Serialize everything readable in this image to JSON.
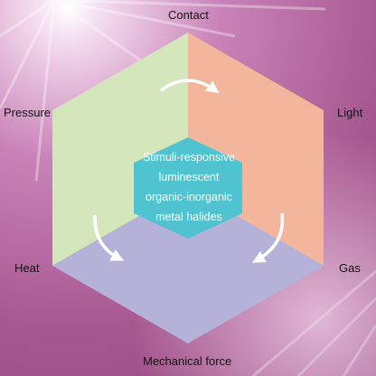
{
  "vertices": {
    "top": "Contact",
    "top_right": "Light",
    "bottom_right": "Gas",
    "bottom": "Mechanical force",
    "bottom_left": "Heat",
    "top_left": "Pressure"
  },
  "center": {
    "lines": [
      "Stimuli-responsive",
      "luminescent",
      "organic-inorganic",
      "metal halides"
    ]
  },
  "colors": {
    "left_face": "#d4e6bc",
    "right_face": "#f4b59d",
    "bottom_face": "#b5b2d9",
    "center_hexagon": "#4fc3cf",
    "background": "#b06aa0"
  }
}
